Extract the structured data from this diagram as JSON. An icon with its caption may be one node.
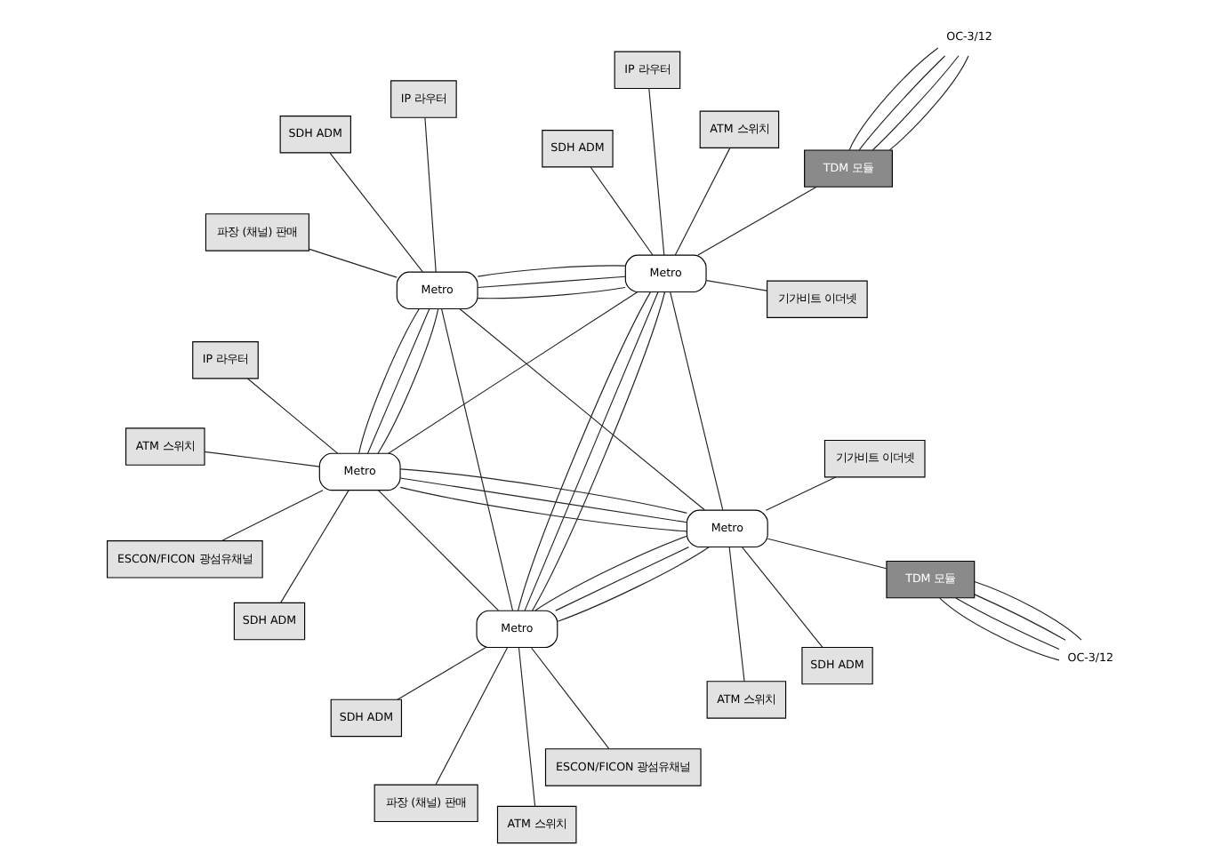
{
  "diagram": {
    "nodes": [
      {
        "text": [
          "Metro"
        ]
      },
      {
        "text": [
          "Metro"
        ]
      },
      {
        "text": [
          "Metro"
        ]
      },
      {
        "text": [
          "Metro"
        ]
      },
      {
        "text": [
          "Metro"
        ]
      },
      {
        "text": [
          "ATM 스위치"
        ]
      },
      {
        "text": [
          "IP 라우터"
        ]
      },
      {
        "text": [
          "SDH ADM"
        ]
      },
      {
        "text": [
          "ESCON/FICON 광섬유채널"
        ]
      },
      {
        "text": [
          "OC-3/12"
        ]
      },
      {
        "text": [
          "TDM 모듈"
        ]
      },
      {
        "text": [
          "기가비트 이더넷"
        ]
      },
      {
        "text": [
          "ATM 스위치"
        ]
      },
      {
        "text": [
          "SDH ADM"
        ]
      },
      {
        "text": [
          "IP 라우터"
        ]
      },
      {
        "text": [
          "파장 (채널) 판매"
        ]
      },
      {
        "text": [
          "SDH ADM"
        ]
      },
      {
        "text": [
          "파장 (채널) 판매"
        ]
      },
      {
        "text": [
          "ATM 스위치"
        ]
      },
      {
        "text": [
          "SDH ADM"
        ]
      },
      {
        "text": [
          "ESCON/FICON 광섬유채널"
        ]
      },
      {
        "text": [
          "ATM 스위치"
        ]
      },
      {
        "text": [
          "TDM 모듈"
        ]
      },
      {
        "text": [
          "OC-3/12"
        ]
      },
      {
        "text": [
          "IP 라우터"
        ]
      },
      {
        "text": [
          "SDH ADM"
        ]
      },
      {
        "text": [
          "기가비트 이더넷"
        ]
      }
    ],
    "edges": [
      {
        "from": 0,
        "to": 3,
        "arrow": "none"
      },
      {
        "from": 3,
        "to": 4,
        "arrow": "none"
      },
      {
        "from": 4,
        "to": 2,
        "arrow": "none"
      },
      {
        "from": 2,
        "to": 1,
        "arrow": "none"
      },
      {
        "from": 1,
        "to": 0,
        "arrow": "none"
      },
      {
        "from": 0,
        "to": 3,
        "arrow": "none"
      },
      {
        "from": 3,
        "to": 4,
        "arrow": "none"
      },
      {
        "from": 4,
        "to": 2,
        "arrow": "none"
      },
      {
        "from": 2,
        "to": 1,
        "arrow": "none"
      },
      {
        "from": 1,
        "to": 0,
        "arrow": "none"
      },
      {
        "from": 0,
        "to": 3,
        "arrow": "none"
      },
      {
        "from": 3,
        "to": 4,
        "arrow": "none"
      },
      {
        "from": 4,
        "to": 2,
        "arrow": "none"
      },
      {
        "from": 2,
        "to": 1,
        "arrow": "none"
      },
      {
        "from": 1,
        "to": 0,
        "arrow": "none"
      },
      {
        "from": 0,
        "to": 4,
        "arrow": "none"
      },
      {
        "from": 0,
        "to": 2,
        "arrow": "none"
      },
      {
        "from": 1,
        "to": 3,
        "arrow": "none"
      },
      {
        "from": 1,
        "to": 4,
        "arrow": "none"
      },
      {
        "from": 2,
        "to": 3,
        "arrow": "none"
      },
      {
        "from": 5,
        "to": 0,
        "arrow": "none"
      },
      {
        "from": 6,
        "to": 0,
        "arrow": "none"
      },
      {
        "from": 7,
        "to": 0,
        "arrow": "none"
      },
      {
        "from": 8,
        "to": 0,
        "arrow": "none"
      },
      {
        "from": 9,
        "to": 10,
        "arrow": "none"
      },
      {
        "from": 9,
        "to": 10,
        "arrow": "none"
      },
      {
        "from": 9,
        "to": 10,
        "arrow": "none"
      },
      {
        "from": 9,
        "to": 10,
        "arrow": "none"
      },
      {
        "from": 10,
        "to": 1,
        "arrow": "none"
      },
      {
        "from": 11,
        "to": 1,
        "arrow": "none"
      },
      {
        "from": 12,
        "to": 1,
        "arrow": "none"
      },
      {
        "from": 13,
        "to": 1,
        "arrow": "none"
      },
      {
        "from": 14,
        "to": 3,
        "arrow": "none"
      },
      {
        "from": 15,
        "to": 3,
        "arrow": "none"
      },
      {
        "from": 16,
        "to": 3,
        "arrow": "none"
      },
      {
        "from": 17,
        "to": 2,
        "arrow": "none"
      },
      {
        "from": 18,
        "to": 2,
        "arrow": "none"
      },
      {
        "from": 19,
        "to": 2,
        "arrow": "none"
      },
      {
        "from": 20,
        "to": 2,
        "arrow": "none"
      },
      {
        "from": 21,
        "to": 4,
        "arrow": "none"
      },
      {
        "from": 22,
        "to": 4,
        "arrow": "none"
      },
      {
        "from": 23,
        "to": 22,
        "arrow": "none"
      },
      {
        "from": 23,
        "to": 22,
        "arrow": "none"
      },
      {
        "from": 23,
        "to": 22,
        "arrow": "none"
      },
      {
        "from": 23,
        "to": 22,
        "arrow": "none"
      },
      {
        "from": 24,
        "to": 4,
        "arrow": "none"
      },
      {
        "from": 25,
        "to": 4,
        "arrow": "none"
      },
      {
        "from": 26,
        "to": 4,
        "arrow": "none"
      }
    ]
  }
}
